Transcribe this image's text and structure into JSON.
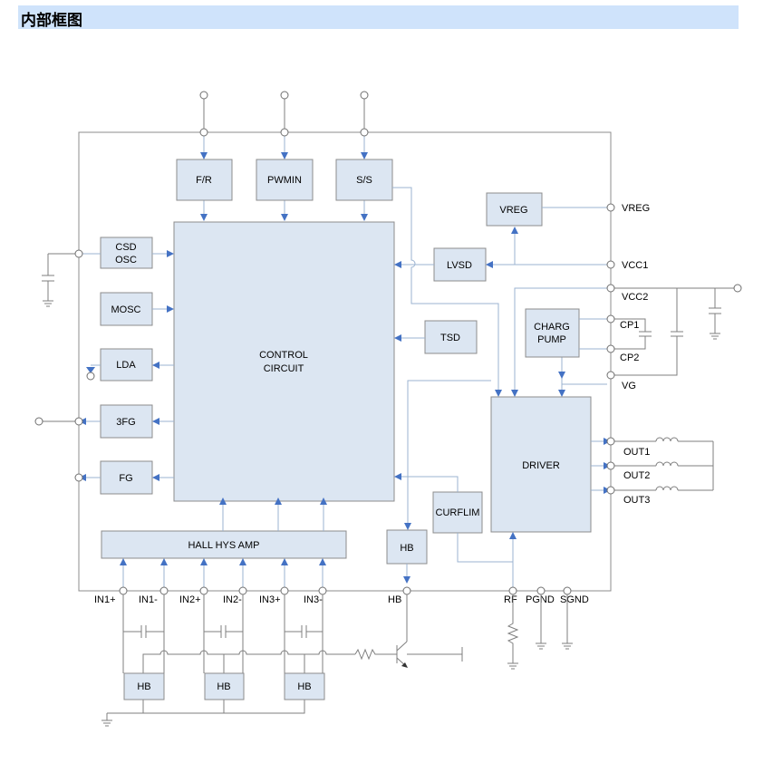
{
  "header": {
    "title": "内部框图"
  },
  "blocks": {
    "fr": "F/R",
    "pwmin": "PWMIN",
    "ss": "S/S",
    "vreg": "VREG",
    "lvsd": "LVSD",
    "csd_osc_line1": "CSD",
    "csd_osc_line2": "OSC",
    "mosc": "MOSC",
    "lda": "LDA",
    "fg3": "3FG",
    "fg": "FG",
    "control_line1": "CONTROL",
    "control_line2": "CIRCUIT",
    "tsd": "TSD",
    "charg_pump_line1": "CHARG",
    "charg_pump_line2": "PUMP",
    "driver": "DRIVER",
    "curflim": "CURFLIM",
    "hb_internal": "HB",
    "hall_hys_amp": "HALL HYS AMP",
    "hb1": "HB",
    "hb2": "HB",
    "hb3": "HB"
  },
  "pins": {
    "vreg": "VREG",
    "vcc1": "VCC1",
    "vcc2": "VCC2",
    "cp1": "CP1",
    "cp2": "CP2",
    "vg": "VG",
    "out1": "OUT1",
    "out2": "OUT2",
    "out3": "OUT3",
    "in1p": "IN1+",
    "in1m": "IN1-",
    "in2p": "IN2+",
    "in2m": "IN2-",
    "in3p": "IN3+",
    "in3m": "IN3-",
    "hb": "HB",
    "rf": "RF",
    "pgnd": "PGND",
    "sgnd": "SGND"
  }
}
